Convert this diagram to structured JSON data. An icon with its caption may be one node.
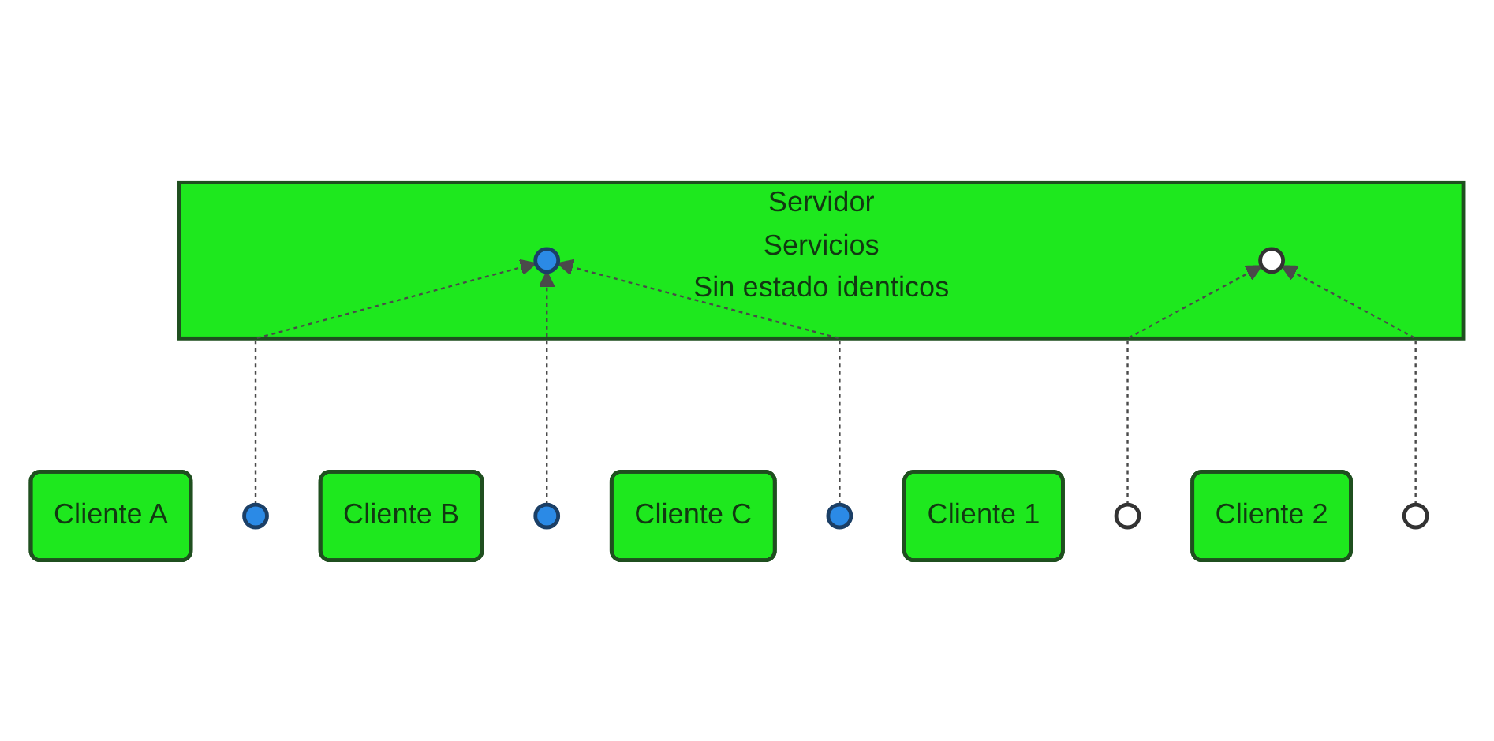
{
  "diagram": {
    "nodes": [
      {
        "text": [
          "Cliente A"
        ]
      },
      {
        "text": [],
        "shape": "circle"
      },
      {
        "text": [
          "Cliente B"
        ]
      },
      {
        "text": [],
        "shape": "circle"
      },
      {
        "text": [
          "Cliente C"
        ]
      },
      {
        "text": [],
        "shape": "circle"
      },
      {
        "text": [
          "Servidor",
          "Servicios",
          "Sin estado identicos"
        ]
      },
      {
        "text": [],
        "shape": "circle",
        "in": 6
      },
      {
        "text": [],
        "shape": "circle",
        "in": 6
      },
      {
        "text": [
          "Cliente 1"
        ]
      },
      {
        "text": [],
        "shape": "circle"
      },
      {
        "text": [
          "Cliente 2"
        ]
      },
      {
        "text": [],
        "shape": "circle"
      }
    ],
    "edges": [
      {
        "from": 1,
        "to": 7,
        "arrow": "to",
        "style": "dashed"
      },
      {
        "from": 3,
        "to": 7,
        "arrow": "to",
        "style": "dashed"
      },
      {
        "from": 5,
        "to": 7,
        "arrow": "to",
        "style": "dashed"
      },
      {
        "from": 10,
        "to": 8,
        "arrow": "to",
        "style": "dashed"
      },
      {
        "from": 12,
        "to": 8,
        "arrow": "to",
        "style": "dashed"
      }
    ]
  }
}
